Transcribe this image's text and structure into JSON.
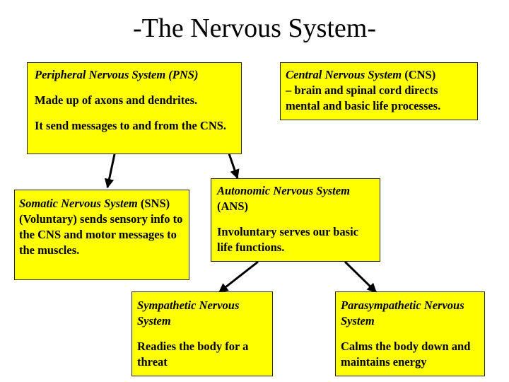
{
  "title": "-The Nervous System-",
  "boxes": {
    "pns": {
      "name": "Peripheral Nervous System (PNS)",
      "line1": "Made up of axons and dendrites.",
      "line2": "It send messages to and from the CNS."
    },
    "cns": {
      "name": "Central Nervous System",
      "abbr": " (CNS)",
      "desc": "– brain and spinal cord directs mental and basic life processes."
    },
    "sns": {
      "name": "Somatic Nervous System",
      "desc": " (SNS) (Voluntary) sends sensory info to the CNS and motor messages to the muscles."
    },
    "ans": {
      "name": "Autonomic Nervous System",
      "abbr": " (ANS)",
      "desc": "Involuntary serves our basic life functions."
    },
    "symp": {
      "name": "Sympathetic Nervous System",
      "desc": "Readies the body for a threat"
    },
    "para": {
      "name": "Parasympathetic Nervous System",
      "desc": "Calms the body down and maintains energy"
    }
  }
}
